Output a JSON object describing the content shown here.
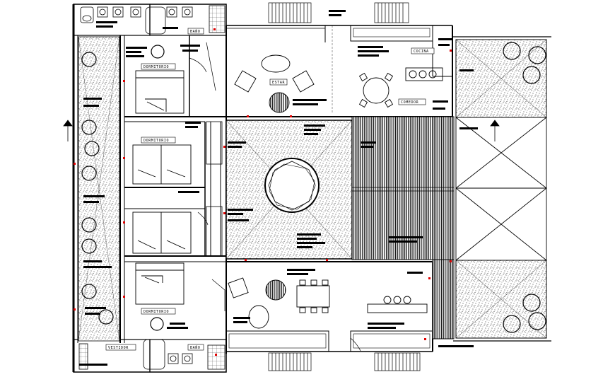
{
  "labels": {
    "bano_top": "BAÑO",
    "bano_bottom": "BAÑO",
    "dormitorio_1": "DORMITORIO",
    "dormitorio_2": "DORMITORIO",
    "dormitorio_4": "DORMITORIO",
    "estar": "ESTAR",
    "cocina": "COCINA",
    "comedor": "COMEDOR",
    "vestidor": "VESTIDOR"
  },
  "colors": {
    "line": "#000000",
    "accent": "#e00000",
    "background": "#ffffff"
  }
}
